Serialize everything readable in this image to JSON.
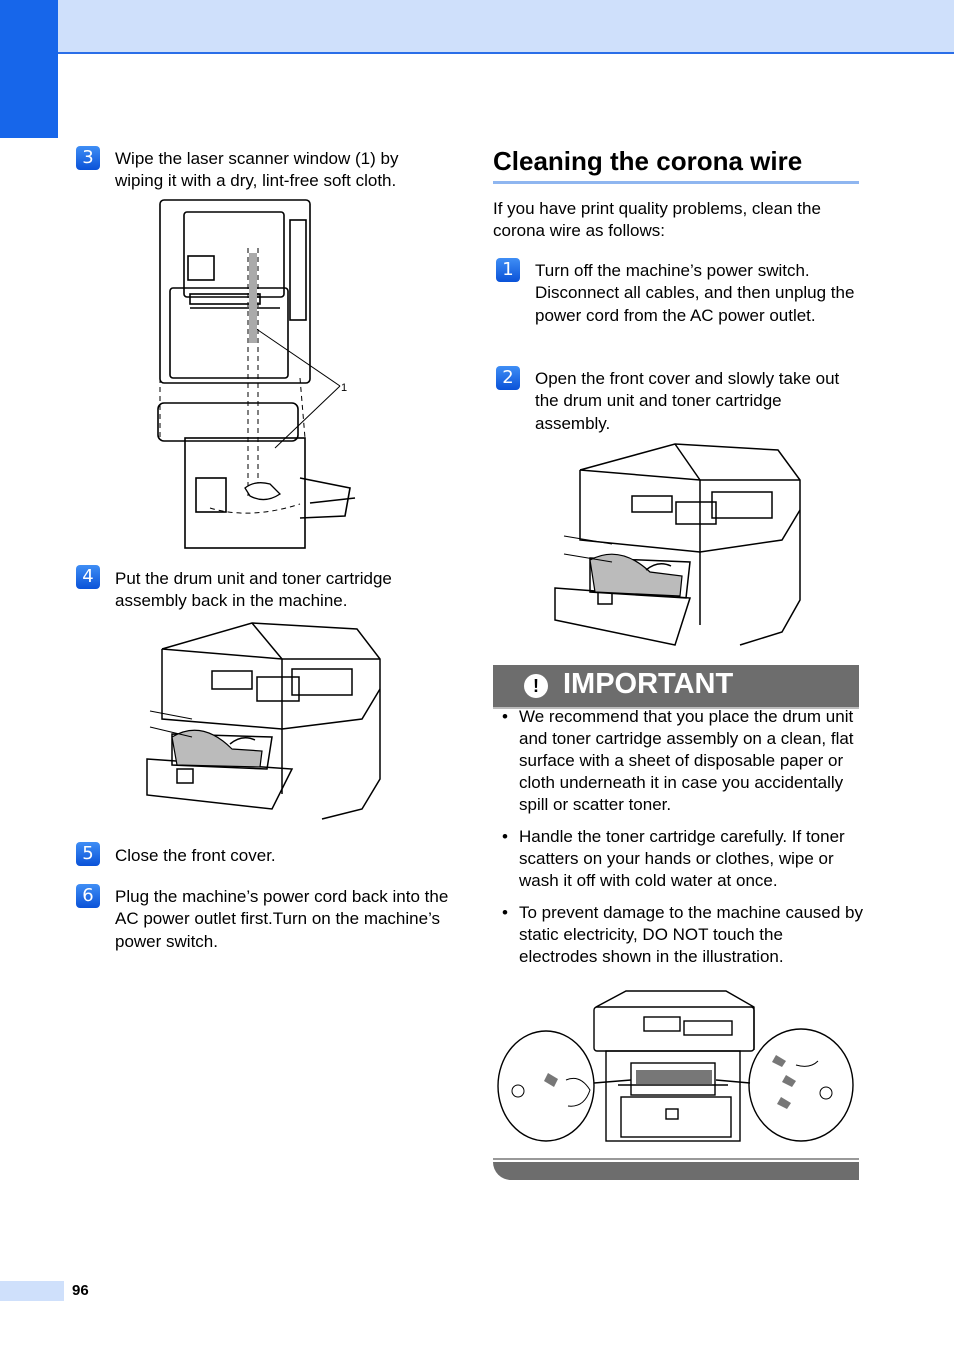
{
  "header": {
    "band_color": "#cfe0fb",
    "tab_color": "#1766ea",
    "accent": "#2a6ee8"
  },
  "left_column": {
    "steps": [
      {
        "badge": "3",
        "text": "Wipe the laser scanner window (1) by wiping it with a dry, lint-free soft cloth."
      },
      {
        "badge": "4",
        "text": "Put the drum unit and toner cartridge assembly back in the machine."
      },
      {
        "badge": "5",
        "text": "Close the front cover."
      },
      {
        "badge": "6",
        "text": "Plug the machine’s power cord back into the AC power outlet first.Turn on the machine’s power switch."
      }
    ],
    "figure1_callout": "1"
  },
  "right_column": {
    "title": "Cleaning the corona wire",
    "intro": "If you have print quality problems, clean the corona wire as follows:",
    "steps": [
      {
        "badge": "1",
        "text": "Turn off the machine’s power switch. Disconnect all cables, and then unplug the power cord from the AC power outlet."
      },
      {
        "badge": "2",
        "text": "Open the front cover and slowly take out the drum unit and toner cartridge assembly."
      }
    ],
    "important": {
      "label": "IMPORTANT",
      "icon": "exclamation-icon",
      "items": [
        "We recommend that you place the drum unit and toner cartridge assembly on a clean, flat surface with a sheet of disposable paper or cloth underneath it in case you accidentally spill or scatter toner.",
        "Handle the toner cartridge carefully. If toner scatters on your hands or clothes, wipe or wash it off with cold water at once.",
        "To prevent damage to the machine caused by static electricity, DO NOT touch the electrodes shown in the illustration."
      ]
    }
  },
  "footer": {
    "page_number": "96"
  }
}
